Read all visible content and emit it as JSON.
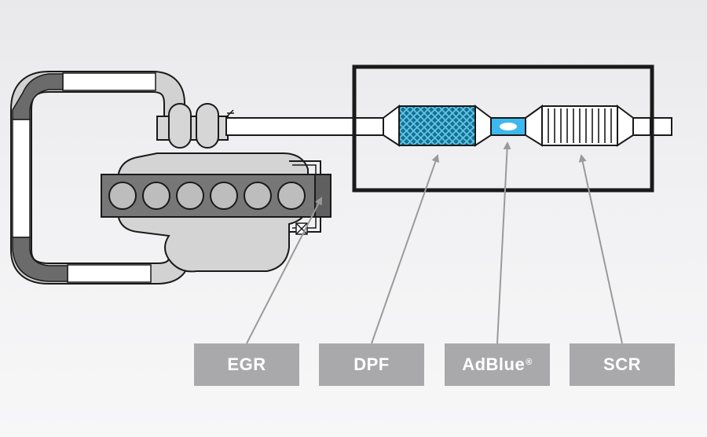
{
  "labels": {
    "egr": "EGR",
    "dpf": "DPF",
    "adblue": "AdBlue",
    "adblue_mark": "®",
    "scr": "SCR"
  },
  "colors": {
    "background": "#eeeef0",
    "outline": "#1a1a1a",
    "engine_block": "#777777",
    "engine_body": "#d4d4d4",
    "dpf_fill": "#1a6f8c",
    "dpf_mesh": "#5cc6ea",
    "adblue": "#3cb8ee",
    "label_box": "#a9a9ab",
    "pointer_line": "#9a9a9a"
  }
}
